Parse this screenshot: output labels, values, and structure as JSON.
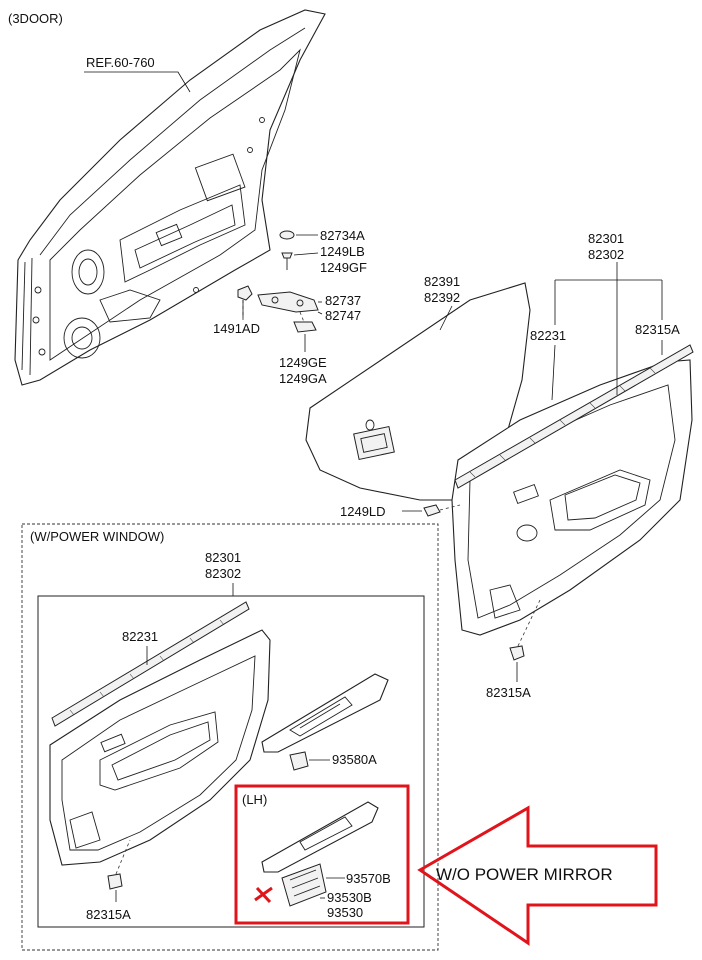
{
  "labels": {
    "variant": "(3DOOR)",
    "ref": "REF.60-760",
    "p82734A": "82734A",
    "p1249LB": "1249LB",
    "p1249GF": "1249GF",
    "p82737": "82737",
    "p82747": "82747",
    "p1491AD": "1491AD",
    "p1249GE": "1249GE",
    "p1249GA": "1249GA",
    "p82391": "82391",
    "p82392": "82392",
    "p82301_top": "82301",
    "p82302_top": "82302",
    "p82231_top": "82231",
    "p82315A_top": "82315A",
    "p1249LD": "1249LD",
    "p82315A_right": "82315A",
    "box_title": "(W/POWER WINDOW)",
    "p82301_box": "82301",
    "p82302_box": "82302",
    "p82231_box": "82231",
    "p93580A": "93580A",
    "lh": "(LH)",
    "p93570B": "93570B",
    "p93530B": "93530B",
    "p93530": "93530",
    "p82315A_box": "82315A",
    "callout": "W/O POWER MIRROR"
  },
  "colors": {
    "line": "#222222",
    "highlight": "#e0141a",
    "background": "#ffffff"
  }
}
